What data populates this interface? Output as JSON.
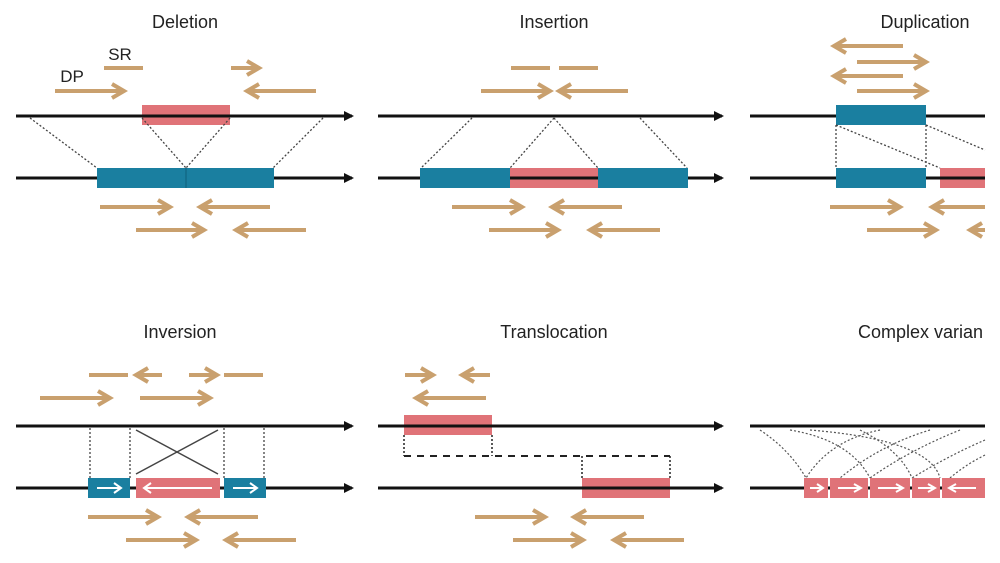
{
  "colors": {
    "read": "#c9a06e",
    "reference": "#111111",
    "segment_blue": "#1a7fa0",
    "segment_red": "#e07378",
    "connector": "#444444",
    "background": "#ffffff"
  },
  "panels": [
    {
      "id": "deletion",
      "title": "Deletion"
    },
    {
      "id": "insertion",
      "title": "Insertion"
    },
    {
      "id": "duplication",
      "title": "Duplication"
    },
    {
      "id": "inversion",
      "title": "Inversion"
    },
    {
      "id": "translocation",
      "title": "Translocation"
    },
    {
      "id": "complex",
      "title": "Complex varian"
    }
  ],
  "read_types": {
    "split_read": "SR",
    "discordant_pair": "DP"
  }
}
